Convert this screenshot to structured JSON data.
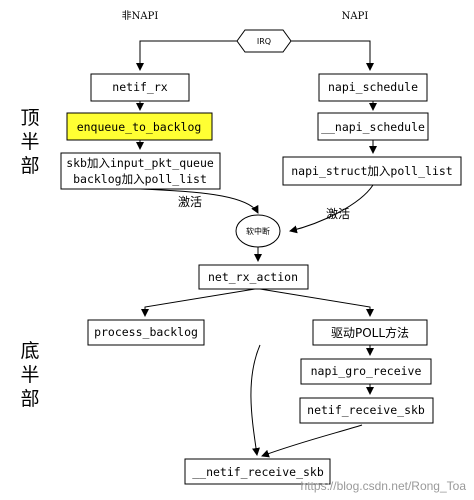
{
  "headers": {
    "left": "非NAPI",
    "right": "NAPI"
  },
  "side_labels": {
    "top_half": [
      "顶",
      "半",
      "部"
    ],
    "bottom_half": [
      "底",
      "半",
      "部"
    ]
  },
  "nodes": {
    "irq": "IRQ",
    "netif_rx": "netif_rx",
    "napi_schedule": "napi_schedule",
    "enqueue_to_backlog": "enqueue_to_backlog",
    "__napi_schedule": "__napi_schedule",
    "skb_add_line1": "skb加入input_pkt_queue",
    "skb_add_line2": "backlog加入poll_list",
    "napi_struct_add": "napi_struct加入poll_list",
    "softirq": "软中断",
    "net_rx_action": "net_rx_action",
    "process_backlog": "process_backlog",
    "driver_poll": "驱动POLL方法",
    "napi_gro_receive": "napi_gro_receive",
    "netif_receive_skb": "netif_receive_skb",
    "__netif_receive_skb": "__netif_receive_skb"
  },
  "edge_labels": {
    "activate_left": "激活",
    "activate_right": "激活"
  },
  "highlight_color": "#ffff33",
  "watermark": "https://blog.csdn.net/Rong_Toa"
}
